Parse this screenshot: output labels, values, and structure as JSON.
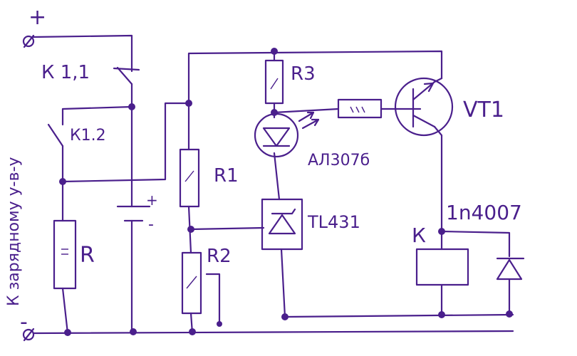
{
  "diagram": {
    "ink_color": "#4a1f8c",
    "background": "#ffffff",
    "labels": {
      "plus": "+",
      "minus": "-",
      "side_text": "К зарядному у-в-у",
      "k1_1": "К 1,1",
      "k1_2": "К1.2",
      "r": "R",
      "battery_plus": "+",
      "battery_minus": "-",
      "r1": "R1",
      "r2": "R2",
      "r3": "R3",
      "led": "AЛ307б",
      "tl431": "TL431",
      "vt1": "VT1",
      "relay": "К",
      "diode": "1n4007"
    }
  }
}
